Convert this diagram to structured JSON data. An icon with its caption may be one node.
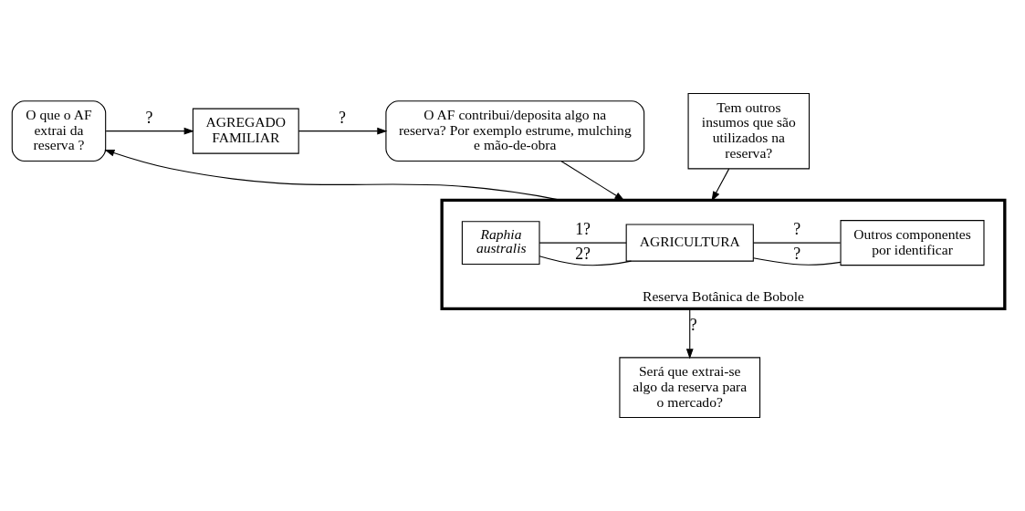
{
  "diagram": {
    "nodes": [
      {
        "text": [
          "O que o AF extrai da reserva ?"
        ]
      },
      {
        "text": [
          "AGREGADO FAMILIAR"
        ]
      },
      {
        "text": [
          "O AF contribui/deposita algo na reserva? Por exemplo estrume, mulching e mão-de-obra"
        ]
      },
      {
        "text": [
          "Reserva Botânica de Bobole"
        ]
      },
      {
        "text": [
          "Raphia australis"
        ],
        "in": 3
      },
      {
        "text": [
          "AGRICULTURA"
        ],
        "in": 3
      },
      {
        "text": [
          "Outros componentes por identificar"
        ],
        "in": 3
      },
      {
        "text": [
          "Tem outros insumos que são utilizados na reserva?"
        ]
      },
      {
        "text": [
          "Será que extrai-se algo da reserva para o mercado?"
        ]
      }
    ],
    "edges": [
      {
        "from": 3,
        "to": 0,
        "arrow": "to"
      },
      {
        "from": 0,
        "to": 1,
        "arrow": "to",
        "label": "?"
      },
      {
        "from": 1,
        "to": 2,
        "arrow": "to",
        "label": "?"
      },
      {
        "from": 2,
        "to": 3,
        "arrow": "to"
      },
      {
        "from": 4,
        "to": 5,
        "arrow": "none",
        "label": "1?"
      },
      {
        "from": 4,
        "to": 5,
        "arrow": "none",
        "label": "2?"
      },
      {
        "from": 5,
        "to": 6,
        "arrow": "none",
        "label": "?"
      },
      {
        "from": 5,
        "to": 6,
        "arrow": "none",
        "label": "?"
      },
      {
        "from": 7,
        "to": 3,
        "arrow": "to"
      },
      {
        "from": 3,
        "to": 8,
        "arrow": "to",
        "label": "?"
      }
    ]
  }
}
